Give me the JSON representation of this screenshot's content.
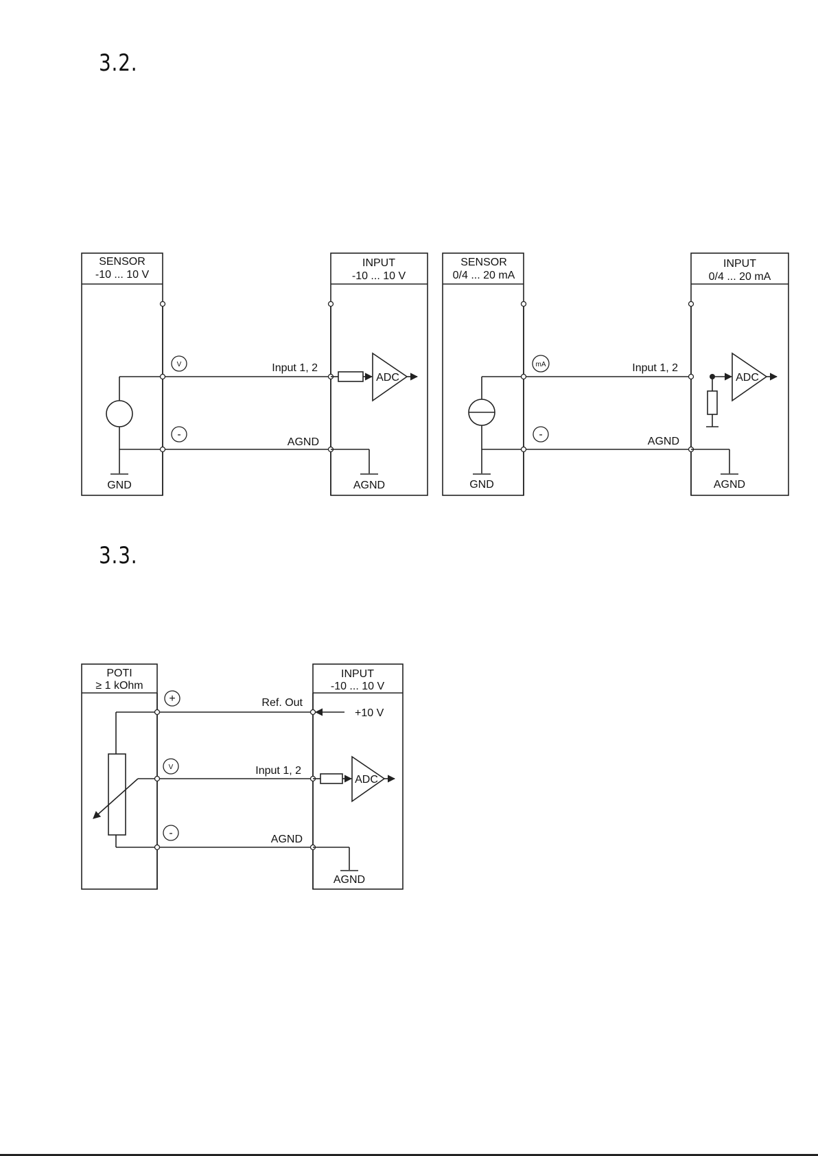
{
  "headings": {
    "section_32": "3.2.",
    "section_33": "3.3."
  },
  "diagram_voltage": {
    "sensor_title": "SENSOR",
    "sensor_range": "-10 ... 10 V",
    "input_title": "INPUT",
    "input_range": "-10 ... 10 V",
    "marker_signal": "V",
    "marker_minus": "-",
    "signal_label": "Input 1, 2",
    "agnd_label": "AGND",
    "gnd_label": "GND",
    "agnd_ground_label": "AGND",
    "adc_label": "ADC"
  },
  "diagram_current": {
    "sensor_title": "SENSOR",
    "sensor_range": "0/4 ... 20 mA",
    "input_title": "INPUT",
    "input_range": "0/4 ... 20 mA",
    "marker_signal": "mA",
    "marker_minus": "-",
    "signal_label": "Input 1, 2",
    "agnd_label": "AGND",
    "gnd_label": "GND",
    "agnd_ground_label": "AGND",
    "adc_label": "ADC"
  },
  "diagram_poti": {
    "poti_title": "POTI",
    "poti_range": "≥ 1 kOhm",
    "input_title": "INPUT",
    "input_range": "-10 ... 10 V",
    "marker_plus": "+",
    "marker_signal": "V",
    "marker_minus": "-",
    "ref_label": "Ref. Out",
    "ref_voltage": "+10 V",
    "signal_label": "Input 1, 2",
    "agnd_label": "AGND",
    "agnd_ground_label": "AGND",
    "adc_label": "ADC"
  }
}
